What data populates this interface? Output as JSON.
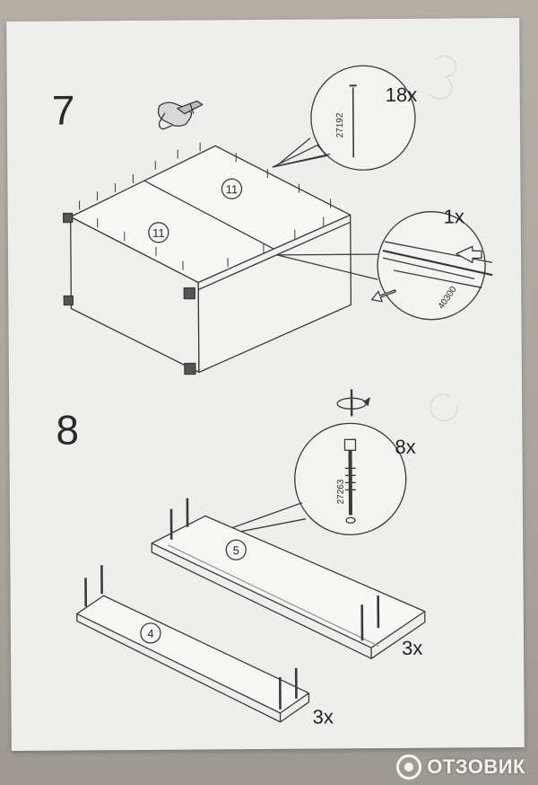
{
  "step7": {
    "number": "7",
    "nail_qty": "18x",
    "nail_part": "27192",
    "panel_label": "11",
    "strip_qty": "1x",
    "strip_part": "40300"
  },
  "step8": {
    "number": "8",
    "dowel_qty": "8x",
    "dowel_part": "27263",
    "board5_label": "5",
    "board4_label": "4",
    "board5_qty": "3x",
    "board4_qty": "3x"
  },
  "watermark": {
    "text": "ОТЗОВИК"
  },
  "colors": {
    "paper": "#eeeeec",
    "ink": "#2a2a2a",
    "table": "#a9a49d"
  }
}
